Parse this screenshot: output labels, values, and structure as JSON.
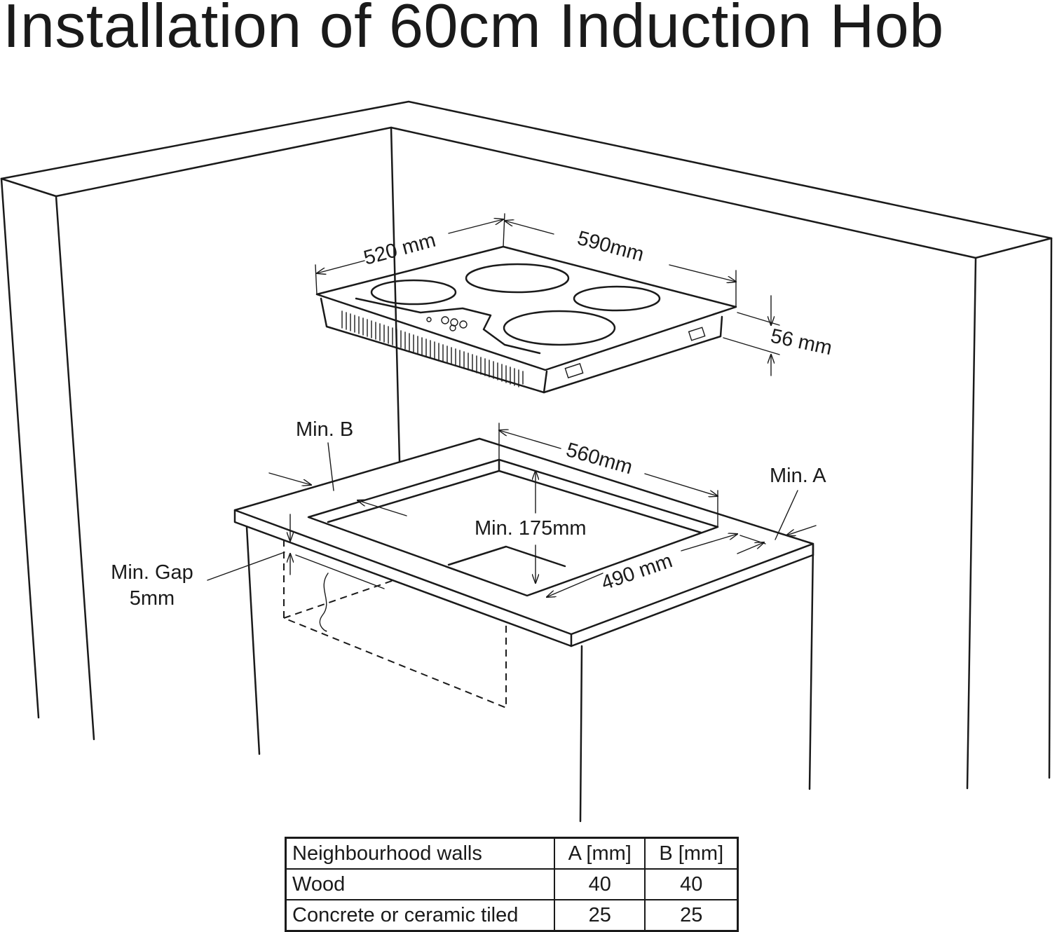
{
  "title": "Installation of 60cm Induction Hob",
  "hob_dimensions": {
    "depth_label": "520 mm",
    "width_label": "590mm",
    "height_label": "56 mm"
  },
  "cutout_dimensions": {
    "width_label": "560mm",
    "depth_label": "490 mm",
    "min_depth_label": "Min. 175mm"
  },
  "clearance_labels": {
    "min_a": "Min. A",
    "min_b": "Min. B",
    "min_gap_line1": "Min. Gap",
    "min_gap_line2": "5mm"
  },
  "clearance_table": {
    "headers": [
      "Neighbourhood walls",
      "A [mm]",
      "B [mm]"
    ],
    "rows": [
      [
        "Wood",
        "40",
        "40"
      ],
      [
        "Concrete or ceramic tiled",
        "25",
        "25"
      ]
    ]
  }
}
